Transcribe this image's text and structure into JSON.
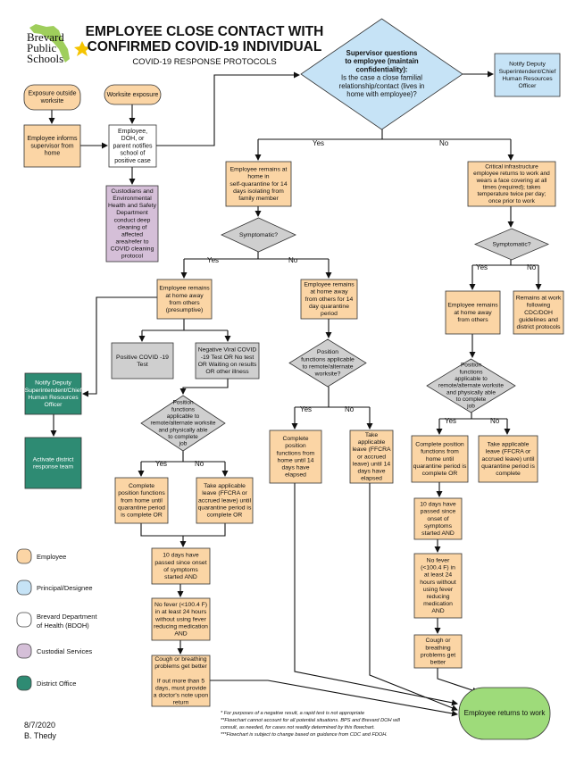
{
  "logo": {
    "line1": "Brevard",
    "line2": "Public",
    "line3": "Schools"
  },
  "title": {
    "line1": "EMPLOYEE CLOSE CONTACT WITH",
    "line2": "CONFIRMED COVID-19 INDIVIDUAL",
    "subtitle": "COVID-19 RESPONSE PROTOCOLS"
  },
  "colors": {
    "employee": "#fbd5a5",
    "principal": "#c6e3f6",
    "bdoh": "#ffffff",
    "custodial": "#d5bfd8",
    "district": "#2e8b73",
    "decision": "#cfcfcf",
    "end": "#9edb7a"
  },
  "nodes": {
    "exposure_outside": [
      "Exposure outside",
      "worksite"
    ],
    "worksite_exposure": [
      "Worksite exposure"
    ],
    "informs": [
      "Employee informs",
      "supervisor from",
      "home"
    ],
    "notifies": [
      "Employee,",
      "DOH, or",
      "parent notifies",
      "school of",
      "positive case"
    ],
    "custodians": [
      "Custodians and",
      "Environmental",
      "Health and Safety",
      "Department",
      "conduct deep",
      "cleaning of",
      "affected",
      "area/refer to",
      "COVID cleaning",
      "protocol"
    ],
    "supervisor_q": [
      "Supervisor questions",
      "to employee (maintain",
      "confidentiality):",
      "Is the case a close familial",
      "relationship/contact (lives in",
      "home with employee)?"
    ],
    "notify_top": [
      "Notify Deputy",
      "Superintendent/Chief",
      "Human Resources",
      "Officer"
    ],
    "self_quarantine": [
      "Employee remains at",
      "home in",
      "self-quarantine for 14",
      "days isolating from",
      "family member"
    ],
    "symptomatic_l": [
      "Symptomatic?"
    ],
    "remains_home_l": [
      "Employee remains",
      "at home away",
      "from others",
      "(presumptive)"
    ],
    "quarantine_14": [
      "Employee remains",
      "at home away",
      "from others for 14",
      "day quarantine",
      "period"
    ],
    "positive": [
      "Positive COVID -19",
      "Test"
    ],
    "negative": [
      "Negative Viral COVID",
      "-19 Test OR No test",
      "OR Waiting on results",
      "OR other illness"
    ],
    "position_l": [
      "Position",
      "functions",
      "applicable to",
      "remote/alternate worksite",
      "and physically able",
      "to complete",
      "job"
    ],
    "position_m": [
      "Position",
      "functions applicable",
      "to remote/alternate",
      "worksite?"
    ],
    "complete_l": [
      "Complete",
      "position functions",
      "from home until",
      "quarantine period",
      "is complete OR"
    ],
    "leave_l": [
      "Take applicable",
      "leave (FFCRA or",
      "accrued leave) until",
      "quarantine period is",
      "complete OR"
    ],
    "complete_m": [
      "Complete",
      "position",
      "functions from",
      "home until 14",
      "days have",
      "elapsed"
    ],
    "leave_m": [
      "Take",
      "applicable",
      "leave (FFCRA",
      "or accrued",
      "leave) until 14",
      "days have",
      "elapsed"
    ],
    "ten_days_l": [
      "10 days have",
      "passed since onset",
      "of  symptoms",
      "started AND"
    ],
    "no_fever_l": [
      "No fever (<100.4 F)",
      "in at least 24 hours",
      "without using fever",
      "reducing medication",
      "AND"
    ],
    "cough_l": [
      "Cough or breathing",
      "problems get better",
      "",
      "If out more than 5",
      "days, must provide",
      "a doctor's note upon",
      "return"
    ],
    "notify_left": [
      "Notify Deputy",
      "Superintendent/Chief",
      "Human Resources",
      "Officer"
    ],
    "activate": [
      "Activate district",
      "response team"
    ],
    "critical": [
      "Critical infrastructure",
      "employee returns to work and",
      "wears a face covering at all",
      "times (required); takes",
      "temperature twice per day;",
      "once prior to work"
    ],
    "symptomatic_r": [
      "Symptomatic?"
    ],
    "remains_home_r": [
      "Employee remains",
      "at home away",
      "from others"
    ],
    "remains_work": [
      "Remains at work",
      "following",
      "CDC/DOH",
      "guidelines and",
      "district protocols"
    ],
    "position_r": [
      "Position",
      "functions",
      "applicable to",
      "remote/alternate worksite",
      "and physically able",
      "to complete",
      "job"
    ],
    "complete_r": [
      "Complete position",
      "functions from",
      "home until",
      "quarantine period is",
      "complete OR"
    ],
    "leave_r": [
      "Take applicable",
      "leave (FFCRA or",
      "accrued leave) until",
      "quarantine period is",
      "complete"
    ],
    "ten_days_r": [
      "10 days have",
      "passed since",
      "onset of",
      "symptoms",
      "started AND"
    ],
    "no_fever_r": [
      "No fever",
      "(<100.4 F) in",
      "at least 24",
      "hours without",
      "using fever",
      "reducing",
      "medication",
      "AND"
    ],
    "cough_r": [
      "Cough or",
      "breathing",
      "problems get",
      "better"
    ],
    "returns": [
      "Employee returns to work"
    ]
  },
  "conditions": {
    "yes": "Yes",
    "no": "No"
  },
  "legend": [
    {
      "label": "Employee",
      "color": "#fbd5a5"
    },
    {
      "label": "Principal/Designee",
      "color": "#c6e3f6"
    },
    {
      "label": "Brevard Department",
      "label2": "of Health (BDOH)",
      "color": "#ffffff"
    },
    {
      "label": "Custodial Services",
      "color": "#d5bfd8"
    },
    {
      "label": "District Office",
      "color": "#2e8b73"
    }
  ],
  "footnotes": [
    "* For purposes of a negative result, a rapid test is not appropriate",
    "**Flowchart cannot account for all potential situations.  BPS and Brevard DOH will",
    "consult, as needed, for cases not readily determined by this flowchart.",
    "***Flowchart is subject to change based on guidance from CDC and FDOH."
  ],
  "date": "8/7/2020",
  "author": "B. Thedy"
}
